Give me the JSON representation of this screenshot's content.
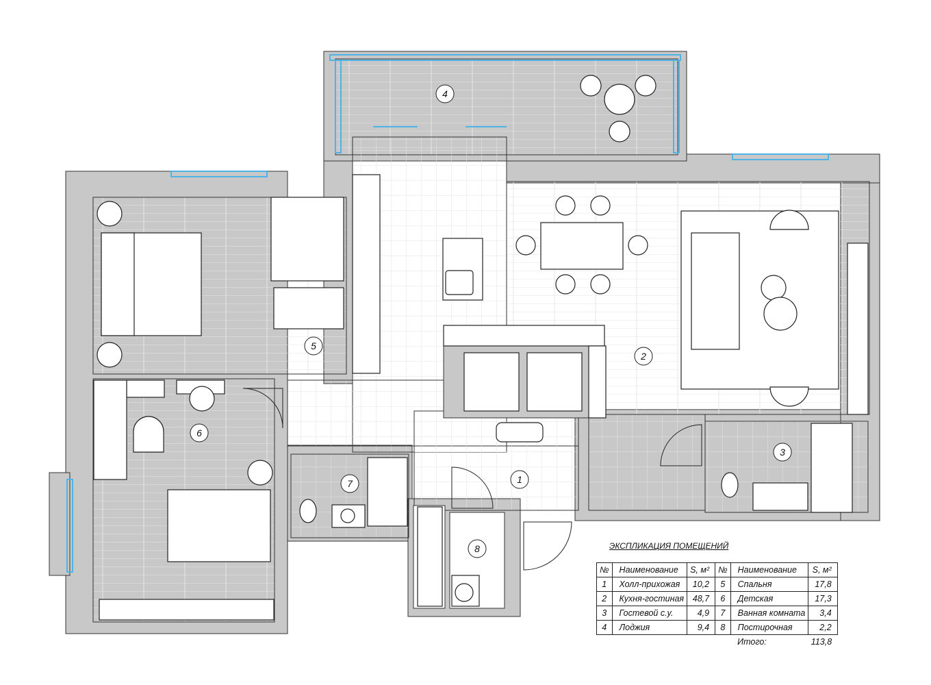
{
  "rooms": [
    {
      "num": "1",
      "name": "Холл-прихожая",
      "area": "10,2"
    },
    {
      "num": "2",
      "name": "Кухня-гостиная",
      "area": "48,7"
    },
    {
      "num": "3",
      "name": "Гостевой с.у.",
      "area": "4,9"
    },
    {
      "num": "4",
      "name": "Лоджия",
      "area": "9,4"
    },
    {
      "num": "5",
      "name": "Спальня",
      "area": "17,8"
    },
    {
      "num": "6",
      "name": "Детская",
      "area": "17,3"
    },
    {
      "num": "7",
      "name": "Ванная комната",
      "area": "3,4"
    },
    {
      "num": "8",
      "name": "Постирочная",
      "area": "2,2"
    }
  ],
  "explication": {
    "title": "ЭКСПЛИКАЦИЯ ПОМЕЩЕНИЙ",
    "col_num": "№",
    "col_name": "Наименование",
    "col_area": "S, м²",
    "total_label": "Итого:",
    "total_value": "113,8"
  },
  "colors": {
    "wall": "#c8c8c8",
    "glass": "#4fb3e8",
    "line": "#222222"
  }
}
